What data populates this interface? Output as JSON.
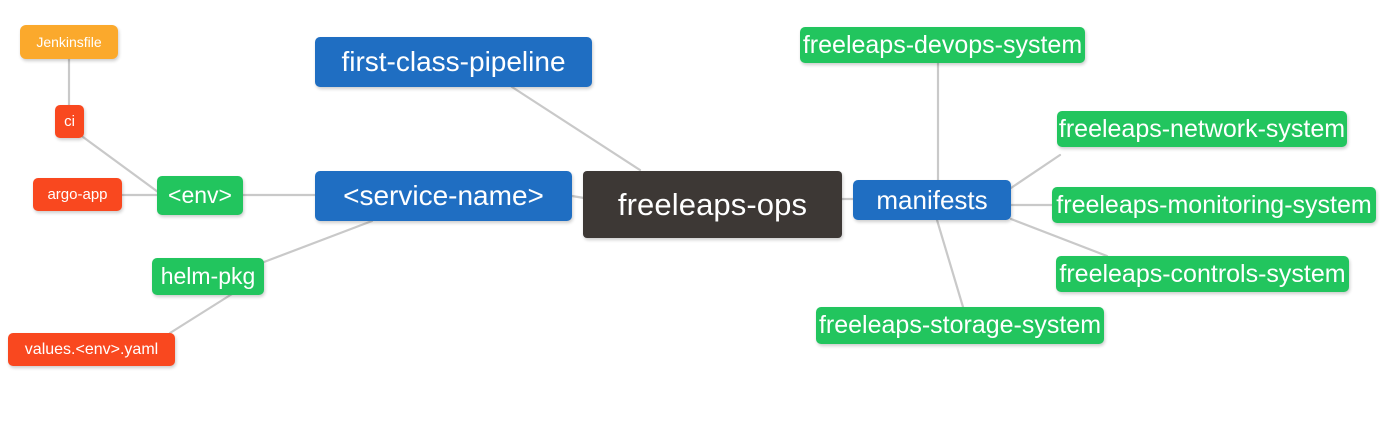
{
  "diagram": {
    "type": "mindmap",
    "title": "freeleaps-ops",
    "background": "#ffffff",
    "edge_color": "#c9c9c9",
    "palette": {
      "root": "#3d3835",
      "blue": "#1f6ec2",
      "green": "#22c55e",
      "orange": "#fba92c",
      "red": "#f9481f",
      "text": "#ffffff"
    }
  },
  "nodes": {
    "root": {
      "label": "freeleaps-ops",
      "color": "#3d3835"
    },
    "service_name": {
      "label": "<service-name>",
      "color": "#1f6ec2"
    },
    "first_class_pipeline": {
      "label": "first-class-pipeline",
      "color": "#1f6ec2"
    },
    "manifests": {
      "label": "manifests",
      "color": "#1f6ec2"
    },
    "env": {
      "label": "<env>",
      "color": "#22c55e"
    },
    "helm_pkg": {
      "label": "helm-pkg",
      "color": "#22c55e"
    },
    "jenkinsfile": {
      "label": "Jenkinsfile",
      "color": "#fba92c"
    },
    "ci": {
      "label": "ci",
      "color": "#f9481f"
    },
    "argo_app": {
      "label": "argo-app",
      "color": "#f9481f"
    },
    "values_yaml": {
      "label": "values.<env>.yaml",
      "color": "#f9481f"
    },
    "devops_system": {
      "label": "freeleaps-devops-system",
      "color": "#22c55e"
    },
    "network_system": {
      "label": "freeleaps-network-system",
      "color": "#22c55e"
    },
    "monitoring_system": {
      "label": "freeleaps-monitoring-system",
      "color": "#22c55e"
    },
    "controls_system": {
      "label": "freeleaps-controls-system",
      "color": "#22c55e"
    },
    "storage_system": {
      "label": "freeleaps-storage-system",
      "color": "#22c55e"
    }
  },
  "edges": [
    {
      "from": "root",
      "to": "first_class_pipeline"
    },
    {
      "from": "root",
      "to": "service_name"
    },
    {
      "from": "root",
      "to": "manifests"
    },
    {
      "from": "service_name",
      "to": "env"
    },
    {
      "from": "service_name",
      "to": "helm_pkg"
    },
    {
      "from": "env",
      "to": "ci"
    },
    {
      "from": "env",
      "to": "argo_app"
    },
    {
      "from": "ci",
      "to": "jenkinsfile"
    },
    {
      "from": "helm_pkg",
      "to": "values_yaml"
    },
    {
      "from": "manifests",
      "to": "devops_system"
    },
    {
      "from": "manifests",
      "to": "network_system"
    },
    {
      "from": "manifests",
      "to": "monitoring_system"
    },
    {
      "from": "manifests",
      "to": "controls_system"
    },
    {
      "from": "manifests",
      "to": "storage_system"
    }
  ]
}
